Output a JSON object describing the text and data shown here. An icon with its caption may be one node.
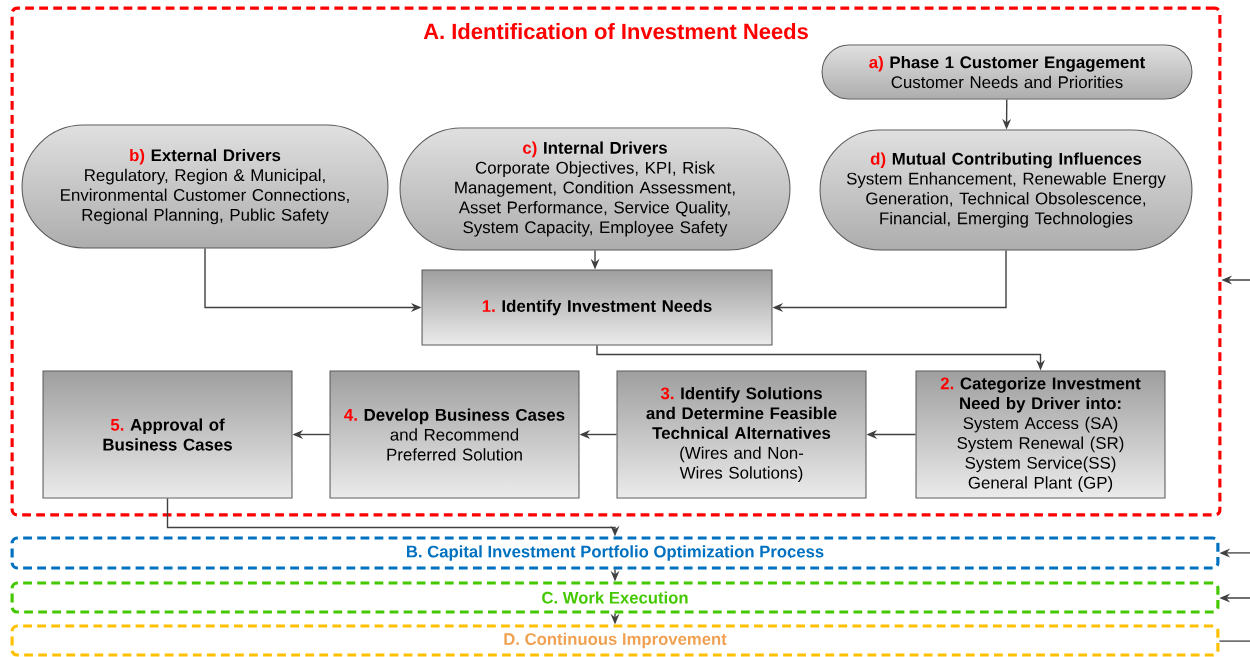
{
  "diagram": {
    "nodes": [
      {
        "text": [
          "A. Identification of Investment Needs"
        ]
      },
      {
        "text": [
          "a)",
          "Phase 1 Customer Engagement",
          "Customer Needs and Priorities"
        ],
        "in": 0
      },
      {
        "text": [
          "b)",
          "External Drivers",
          "Regulatory, Region & Municipal, Environmental Customer Connections, Regional Planning, Public Safety"
        ],
        "in": 0
      },
      {
        "text": [
          "c)",
          "Internal Drivers",
          "Corporate Objectives, KPI, Risk Management, Condition Assessment, Asset Performance, Service Quality, System Capacity, Employee Safety"
        ],
        "in": 0
      },
      {
        "text": [
          "d)",
          "Mutual Contributing Influences",
          "System Enhancement, Renewable Energy Generation, Technical Obsolescence, Financial, Emerging Technologies"
        ],
        "in": 0
      },
      {
        "text": [
          "1.",
          "Identify Investment Needs"
        ],
        "in": 0
      },
      {
        "text": [
          "2.",
          "Categorize Investment Need by Driver into:",
          "System Access (SA)",
          "System Renewal (SR)",
          "System Service(SS)",
          "General Plant (GP)"
        ],
        "in": 0
      },
      {
        "text": [
          "3.",
          "Identify Solutions and Determine Feasible Technical Alternatives",
          "(Wires and Non-Wires Solutions)"
        ],
        "in": 0
      },
      {
        "text": [
          "4.",
          "Develop Business Cases",
          "and Recommend Preferred Solution"
        ],
        "in": 0
      },
      {
        "text": [
          "5.",
          "Approval of Business Cases"
        ],
        "in": 0
      },
      {
        "text": [
          "B. Capital Investment Portfolio Optimization Process"
        ]
      },
      {
        "text": [
          "C. Work Execution"
        ]
      },
      {
        "text": [
          "D. Continuous Improvement"
        ]
      }
    ],
    "edges": [
      {
        "from": 1,
        "to": 4,
        "arrow": "to"
      },
      {
        "from": 2,
        "to": 5,
        "arrow": "to"
      },
      {
        "from": 3,
        "to": 5,
        "arrow": "to"
      },
      {
        "from": 4,
        "to": 5,
        "arrow": "to"
      },
      {
        "from": 5,
        "to": 6,
        "arrow": "to"
      },
      {
        "from": 6,
        "to": 7,
        "arrow": "to"
      },
      {
        "from": 7,
        "to": 8,
        "arrow": "to"
      },
      {
        "from": 8,
        "to": 9,
        "arrow": "to"
      },
      {
        "from": 9,
        "to": 10,
        "arrow": "to"
      },
      {
        "from": 10,
        "to": 11,
        "arrow": "to"
      },
      {
        "from": 11,
        "to": 12,
        "arrow": "to"
      },
      {
        "from": null,
        "to": 0,
        "arrow": "to"
      },
      {
        "from": null,
        "to": 10,
        "arrow": "to"
      },
      {
        "from": null,
        "to": 11,
        "arrow": "to"
      },
      {
        "from": null,
        "to": 12,
        "arrow": "none"
      }
    ]
  }
}
